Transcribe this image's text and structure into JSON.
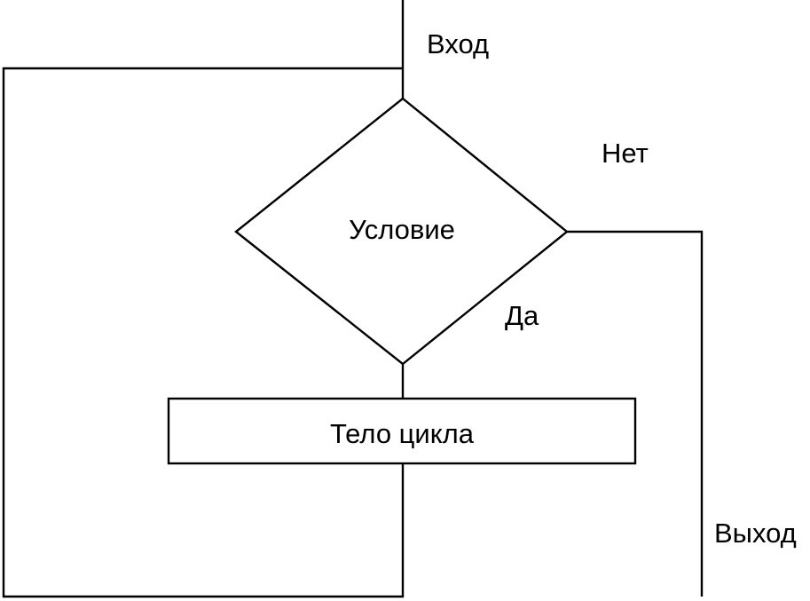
{
  "diagram": {
    "entry_label": "Вход",
    "condition_label": "Условие",
    "no_label": "Нет",
    "yes_label": "Да",
    "body_label": "Тело цикла",
    "exit_label": "Выход",
    "line_color": "#000000",
    "background_color": "#ffffff"
  }
}
